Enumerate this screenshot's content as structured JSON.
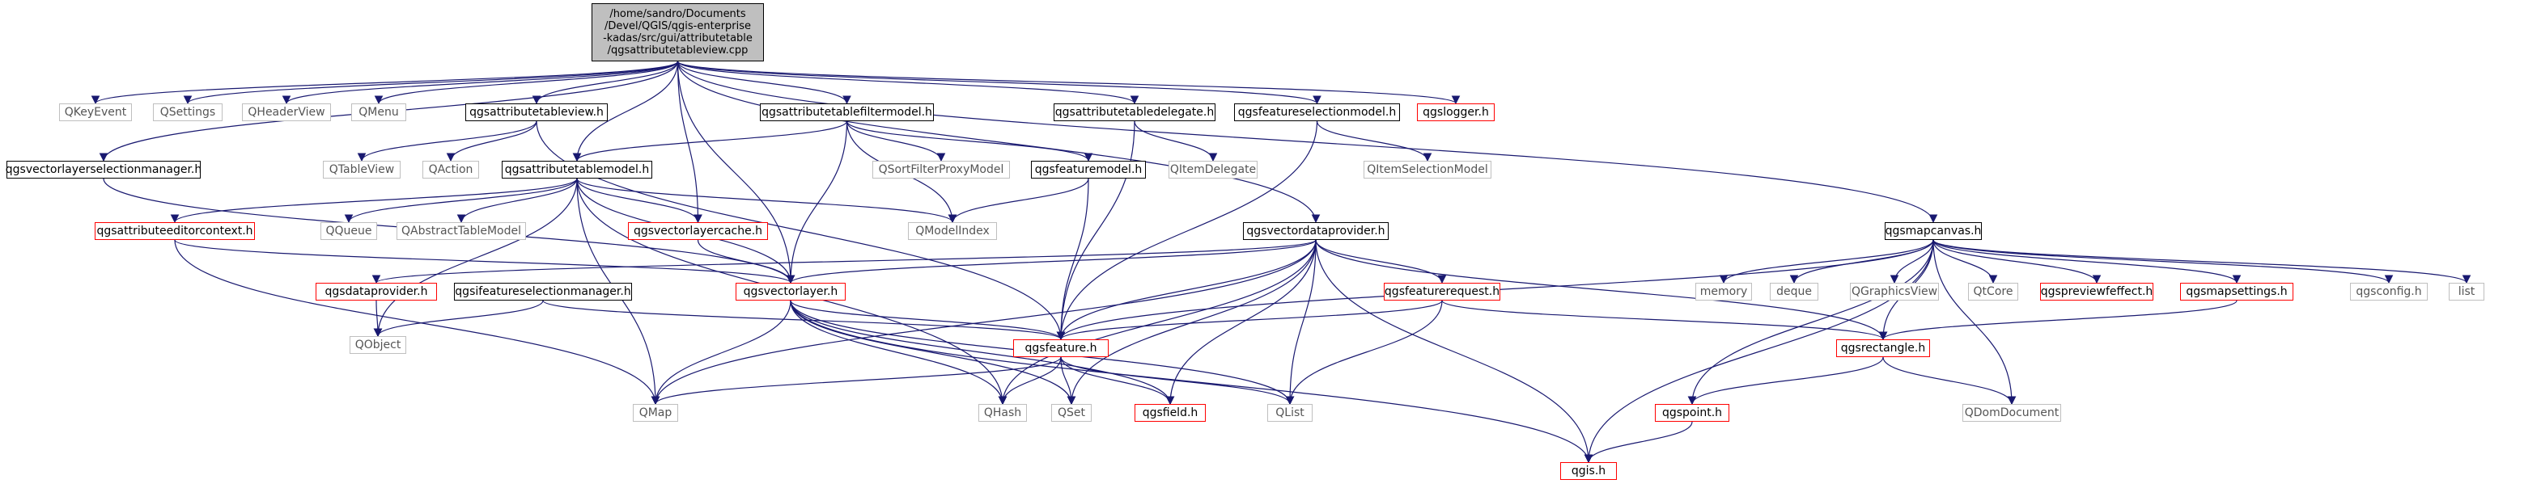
{
  "colors": {
    "edge": "#191970",
    "root_fill": "#bfbfbf",
    "documented_border": "#000000",
    "truncated_border": "#ff0000",
    "external_border": "#bfbfbf"
  },
  "root": {
    "lines": [
      "/home/sandro/Documents",
      "/Devel/QGIS/qgis-enterprise",
      "-kadas/src/gui/attributetable",
      "/qgsattributetableview.cpp"
    ]
  },
  "nodes": {
    "qkeyevent": "QKeyEvent",
    "qsettings": "QSettings",
    "qheaderview": "QHeaderView",
    "qmenu": "QMenu",
    "qgsattributetableview_h": "qgsattributetableview.h",
    "qgsattributetablefiltermodel_h": "qgsattributetablefiltermodel.h",
    "qgsattributetabledelegate_h": "qgsattributetabledelegate.h",
    "qgsfeatureselectionmodel_h": "qgsfeatureselectionmodel.h",
    "qgslogger_h": "qgslogger.h",
    "qgsvectorlayerselectionmanager_h": "qgsvectorlayerselectionmanager.h",
    "qtableview": "QTableView",
    "qaction": "QAction",
    "qgsattributetablemodel_h": "qgsattributetablemodel.h",
    "qsortfilterproxymodel": "QSortFilterProxyModel",
    "qgsfeaturemodel_h": "qgsfeaturemodel.h",
    "qitemdelegate": "QItemDelegate",
    "qitemselectionmodel": "QItemSelectionModel",
    "qgsattributeeditorcontext_h": "qgsattributeeditorcontext.h",
    "qqueue": "QQueue",
    "qabstracttablemodel": "QAbstractTableModel",
    "qgsvectorlayercache_h": "qgsvectorlayercache.h",
    "qmodelindex": "QModelIndex",
    "qgsvectordataprovider_h": "qgsvectordataprovider.h",
    "qgsmapcanvas_h": "qgsmapcanvas.h",
    "qgsdataprovider_h": "qgsdataprovider.h",
    "qgsifeatureselectionmanager_h": "qgsifeatureselectionmanager.h",
    "qgsvectorlayer_h": "qgsvectorlayer.h",
    "qgsfeaturerequest_h": "qgsfeaturerequest.h",
    "memory": "memory",
    "deque": "deque",
    "qgraphicsview": "QGraphicsView",
    "qtcore": "QtCore",
    "qgspreviewfeffect_h": "qgspreviewfeffect.h",
    "qgsmapsettings_h": "qgsmapsettings.h",
    "qgsconfig_h": "qgsconfig.h",
    "list": "list",
    "qobject": "QObject",
    "qgsfeature_h": "qgsfeature.h",
    "qgsrectangle_h": "qgsrectangle.h",
    "qmap": "QMap",
    "qhash": "QHash",
    "qset": "QSet",
    "qgsfield_h": "qgsfield.h",
    "qlist": "QList",
    "qgspoint_h": "qgspoint.h",
    "qdomdocument": "QDomDocument",
    "qgis_h": "qgis.h"
  }
}
